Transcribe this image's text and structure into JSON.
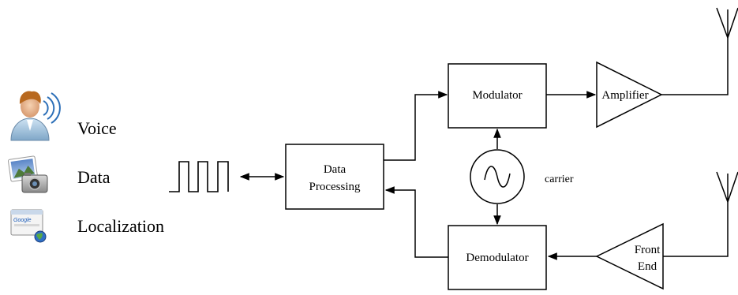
{
  "sources": {
    "voice": "Voice",
    "data": "Data",
    "localization": "Localization",
    "localization_icon_text": "Google"
  },
  "blocks": {
    "data_processing_line1": "Data",
    "data_processing_line2": "Processing",
    "modulator": "Modulator",
    "demodulator": "Demodulator",
    "amplifier": "Amplifier",
    "front_end_line1": "Front",
    "front_end_line2": "End",
    "carrier": "carrier"
  },
  "icons": {
    "voice": "person-with-speech-waves-icon",
    "data": "photo-camera-icon",
    "localization": "browser-globe-icon",
    "signal": "square-wave-icon",
    "oscillator": "sine-oscillator-icon",
    "antenna": "antenna-icon"
  },
  "colors": {
    "line": "#000000",
    "background": "#ffffff"
  }
}
